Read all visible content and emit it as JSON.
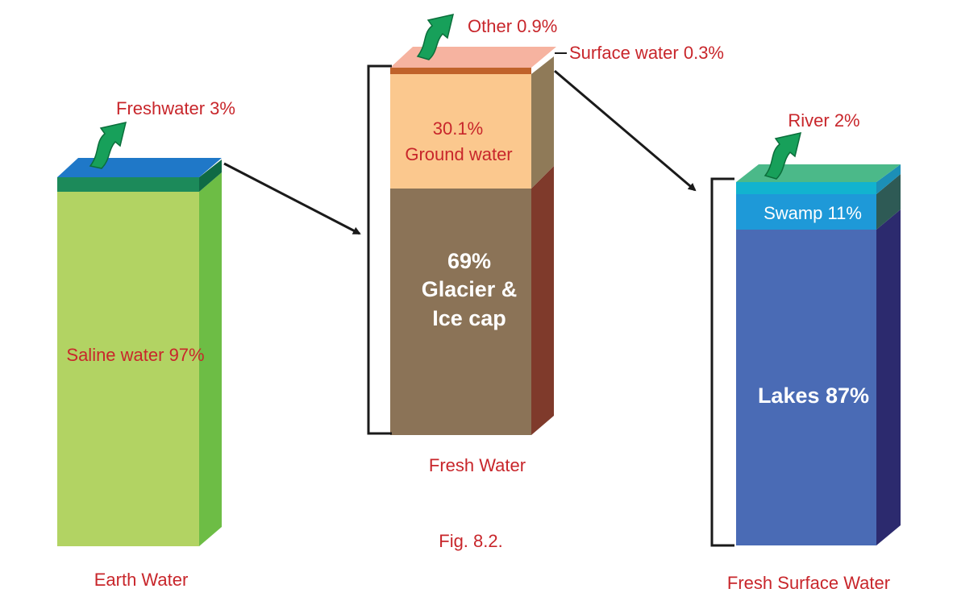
{
  "figure": {
    "caption": "Fig. 8.2."
  },
  "colors": {
    "label_red": "#c8262b",
    "saline": "#b2d363",
    "freshwater_band": "#1c8a5a",
    "earth_top": "#1f78c8",
    "groundwater": "#fbc88e",
    "glacier": "#8b7357",
    "surface_water": "#c0622a",
    "fresh_top": "#f6b3a0",
    "lakes": "#4a6bb5",
    "swamp": "#1e99d8",
    "river": "#12b3cf",
    "fresh_surface_top": "#4bb989",
    "arrow_green": "#17a05a"
  },
  "chart_data": [
    {
      "type": "bar",
      "title": "Earth Water",
      "segments": [
        {
          "label": "Saline water 97%",
          "value": 97,
          "color": "#b2d363"
        },
        {
          "label": "Freshwater 3%",
          "value": 3,
          "color": "#1c8a5a"
        }
      ]
    },
    {
      "type": "bar",
      "title": "Fresh Water",
      "segments": [
        {
          "value_text": "69%",
          "name_lines": [
            "Glacier &",
            "Ice cap"
          ],
          "value": 69,
          "color": "#8b7357"
        },
        {
          "value_text": "30.1%",
          "name_lines": [
            "Ground water"
          ],
          "value": 30.1,
          "color": "#fbc88e"
        },
        {
          "label": "Surface water 0.3%",
          "value": 0.3,
          "color": "#c0622a"
        },
        {
          "label": "Other 0.9%",
          "value": 0.9,
          "color": "#f6b3a0"
        }
      ]
    },
    {
      "type": "bar",
      "title": "Fresh Surface Water",
      "segments": [
        {
          "label": "Lakes 87%",
          "value": 87,
          "color": "#4a6bb5"
        },
        {
          "label": "Swamp 11%",
          "value": 11,
          "color": "#1e99d8"
        },
        {
          "label": "River 2%",
          "value": 2,
          "color": "#12b3cf"
        }
      ]
    }
  ]
}
